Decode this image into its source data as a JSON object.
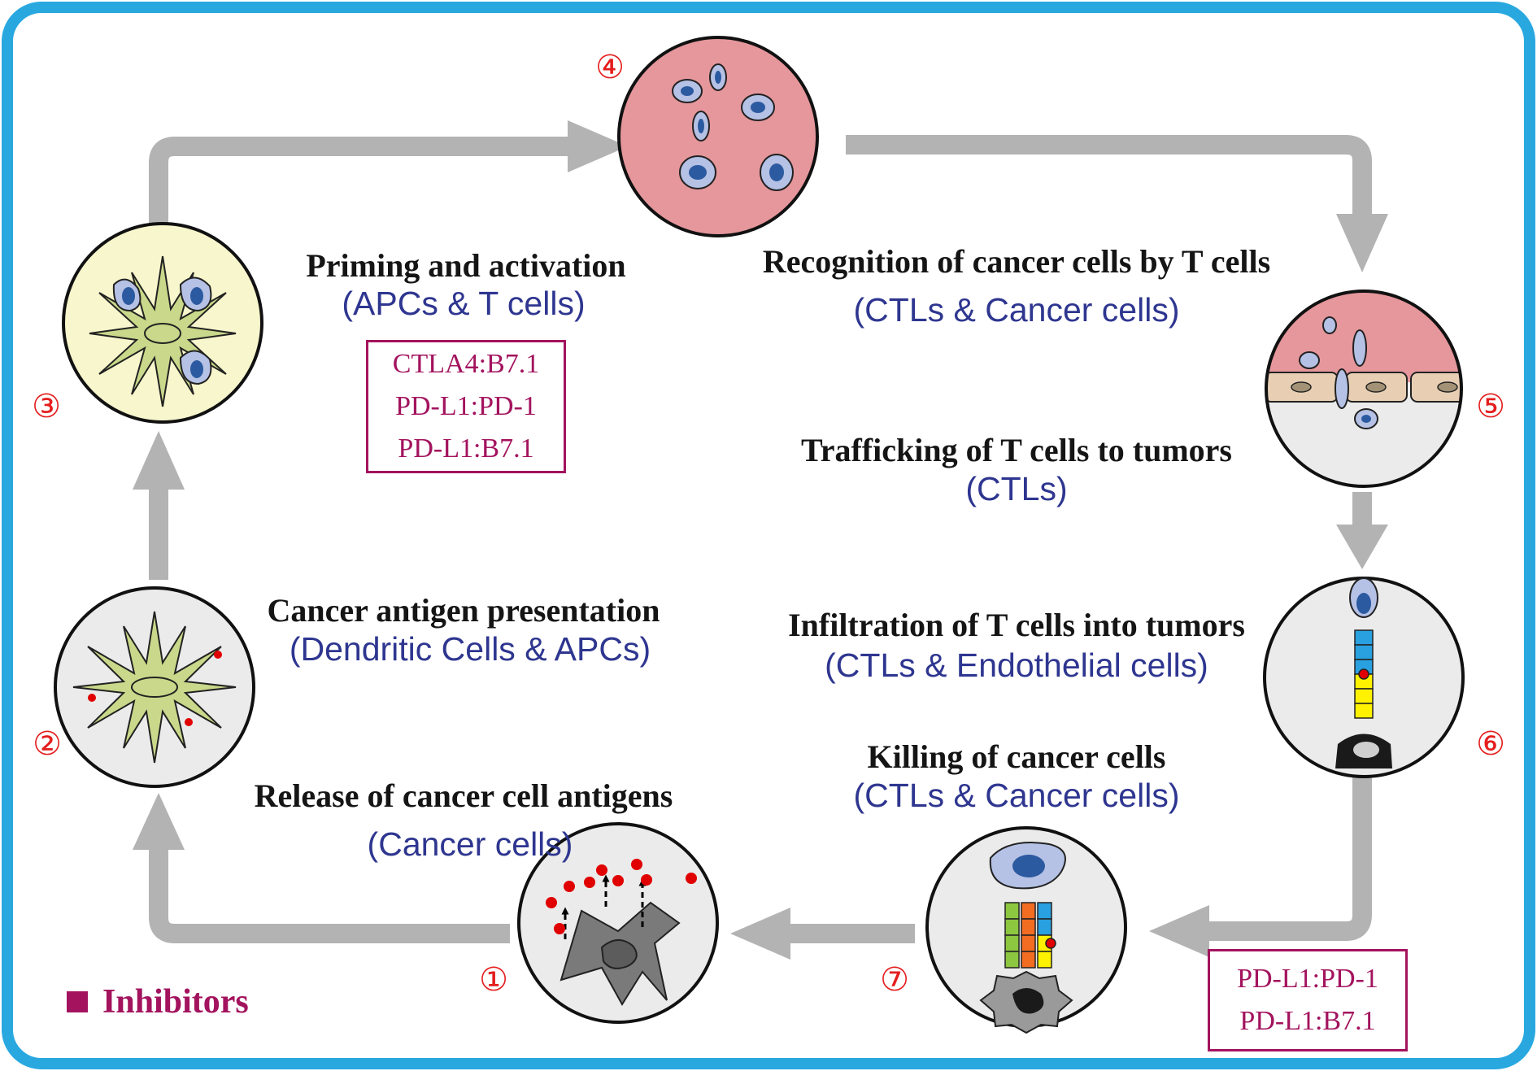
{
  "steps": [
    {
      "number": "①",
      "title": "Release of cancer cell antigens",
      "subtitle": "(Cancer cells)"
    },
    {
      "number": "②",
      "title": "Cancer antigen presentation",
      "subtitle": "(Dendritic Cells & APCs)"
    },
    {
      "number": "③",
      "title": "Priming and activation",
      "subtitle": "(APCs & T cells)"
    },
    {
      "number": "④",
      "title": "Recognition of cancer cells by T cells",
      "subtitle": "(CTLs & Cancer cells)"
    },
    {
      "number": "⑤",
      "title": "Trafficking of T cells to tumors",
      "subtitle": "(CTLs)"
    },
    {
      "number": "⑥",
      "title": "Infiltration of T cells into tumors",
      "subtitle": "(CTLs & Endothelial cells)"
    },
    {
      "number": "⑦",
      "title": "Killing of cancer cells",
      "subtitle": "(CTLs & Cancer cells)"
    }
  ],
  "inhibitor_boxes": [
    {
      "lines": [
        "CTLA4:B7.1",
        "PD-L1:PD-1",
        "PD-L1:B7.1"
      ]
    },
    {
      "lines": [
        "PD-L1:PD-1",
        "PD-L1:B7.1"
      ]
    }
  ],
  "legend": {
    "label": "Inhibitors",
    "color": "#a3135e"
  },
  "colors": {
    "frame": "#29a8e0",
    "arrow": "#b3b3b3",
    "number": "#e41d1d",
    "subtitle": "#2e3690",
    "inhibitor": "#a3135e",
    "tumor": "#e5979c",
    "nucleus": "#2c5aa0",
    "tcell": "#b5c1e5",
    "apc": "#c9d88a"
  }
}
